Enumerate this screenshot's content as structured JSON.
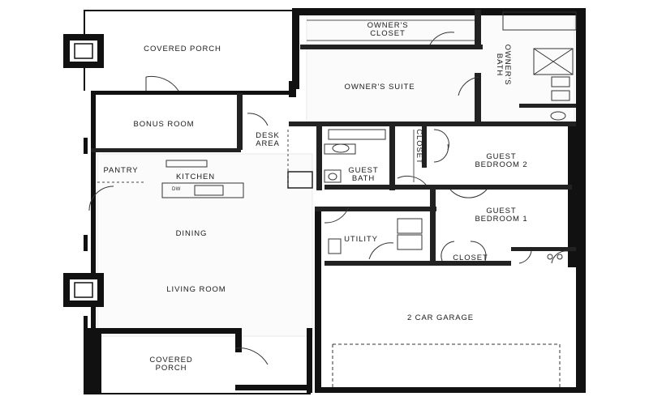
{
  "plan": {
    "rooms": {
      "covered_porch_top": "COVERED PORCH",
      "owners_closet": [
        "OWNER'S",
        "CLOSET"
      ],
      "owners_bath": [
        "OWNER'S",
        "BATH"
      ],
      "owners_suite": "OWNER'S SUITE",
      "bonus_room": "BONUS ROOM",
      "desk_area": [
        "DESK",
        "AREA"
      ],
      "closet_vertical": "CLOSET",
      "pantry": "PANTRY",
      "kitchen": "KITCHEN",
      "guest_bath": [
        "GUEST",
        "BATH"
      ],
      "guest_bedroom_2": [
        "GUEST",
        "BEDROOM 2"
      ],
      "guest_bedroom_1": [
        "GUEST",
        "BEDROOM 1"
      ],
      "dining": "DINING",
      "utility": "UTILITY",
      "closet": "CLOSET",
      "living_room": "LIVING ROOM",
      "garage": "2 CAR GARAGE",
      "covered_porch_bottom": [
        "COVERED",
        "PORCH"
      ]
    },
    "appliances": {
      "dishwasher": "DW"
    }
  }
}
